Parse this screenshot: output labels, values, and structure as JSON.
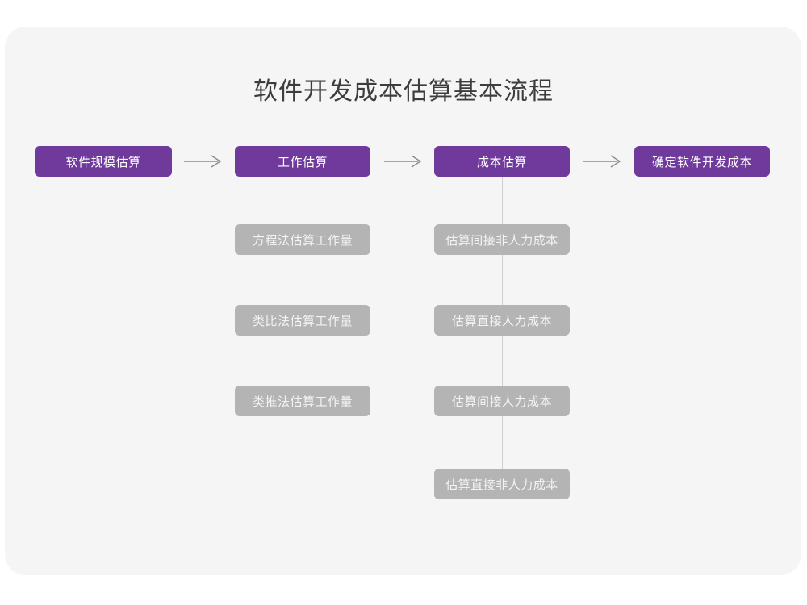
{
  "page": {
    "title": "软件开发成本估算基本流程",
    "background_color": "#ffffff",
    "card_color": "#f5f5f5"
  },
  "colors": {
    "primary": "#703a9d",
    "secondary": "#b4b4b4",
    "title_text": "#3d3d3d",
    "primary_text": "#ffffff",
    "secondary_text": "#f3f3f3",
    "connector": "#cfcfcf",
    "arrow": "#8a8a8a"
  },
  "flow": {
    "main_steps": [
      {
        "label": "软件规模估算"
      },
      {
        "label": "工作估算"
      },
      {
        "label": "成本估算"
      },
      {
        "label": "确定软件开发成本"
      }
    ],
    "arrows": [
      {
        "name": "arrow-1",
        "glyph": "→"
      },
      {
        "name": "arrow-2",
        "glyph": "→"
      },
      {
        "name": "arrow-3",
        "glyph": "→"
      }
    ],
    "effort_branch": {
      "parent": "工作估算",
      "items": [
        {
          "label": "方程法估算工作量"
        },
        {
          "label": "类比法估算工作量"
        },
        {
          "label": "类推法估算工作量"
        }
      ]
    },
    "cost_branch": {
      "parent": "成本估算",
      "items": [
        {
          "label": "估算间接非人力成本"
        },
        {
          "label": "估算直接人力成本"
        },
        {
          "label": "估算间接人力成本"
        },
        {
          "label": "估算直接非人力成本"
        }
      ]
    }
  }
}
